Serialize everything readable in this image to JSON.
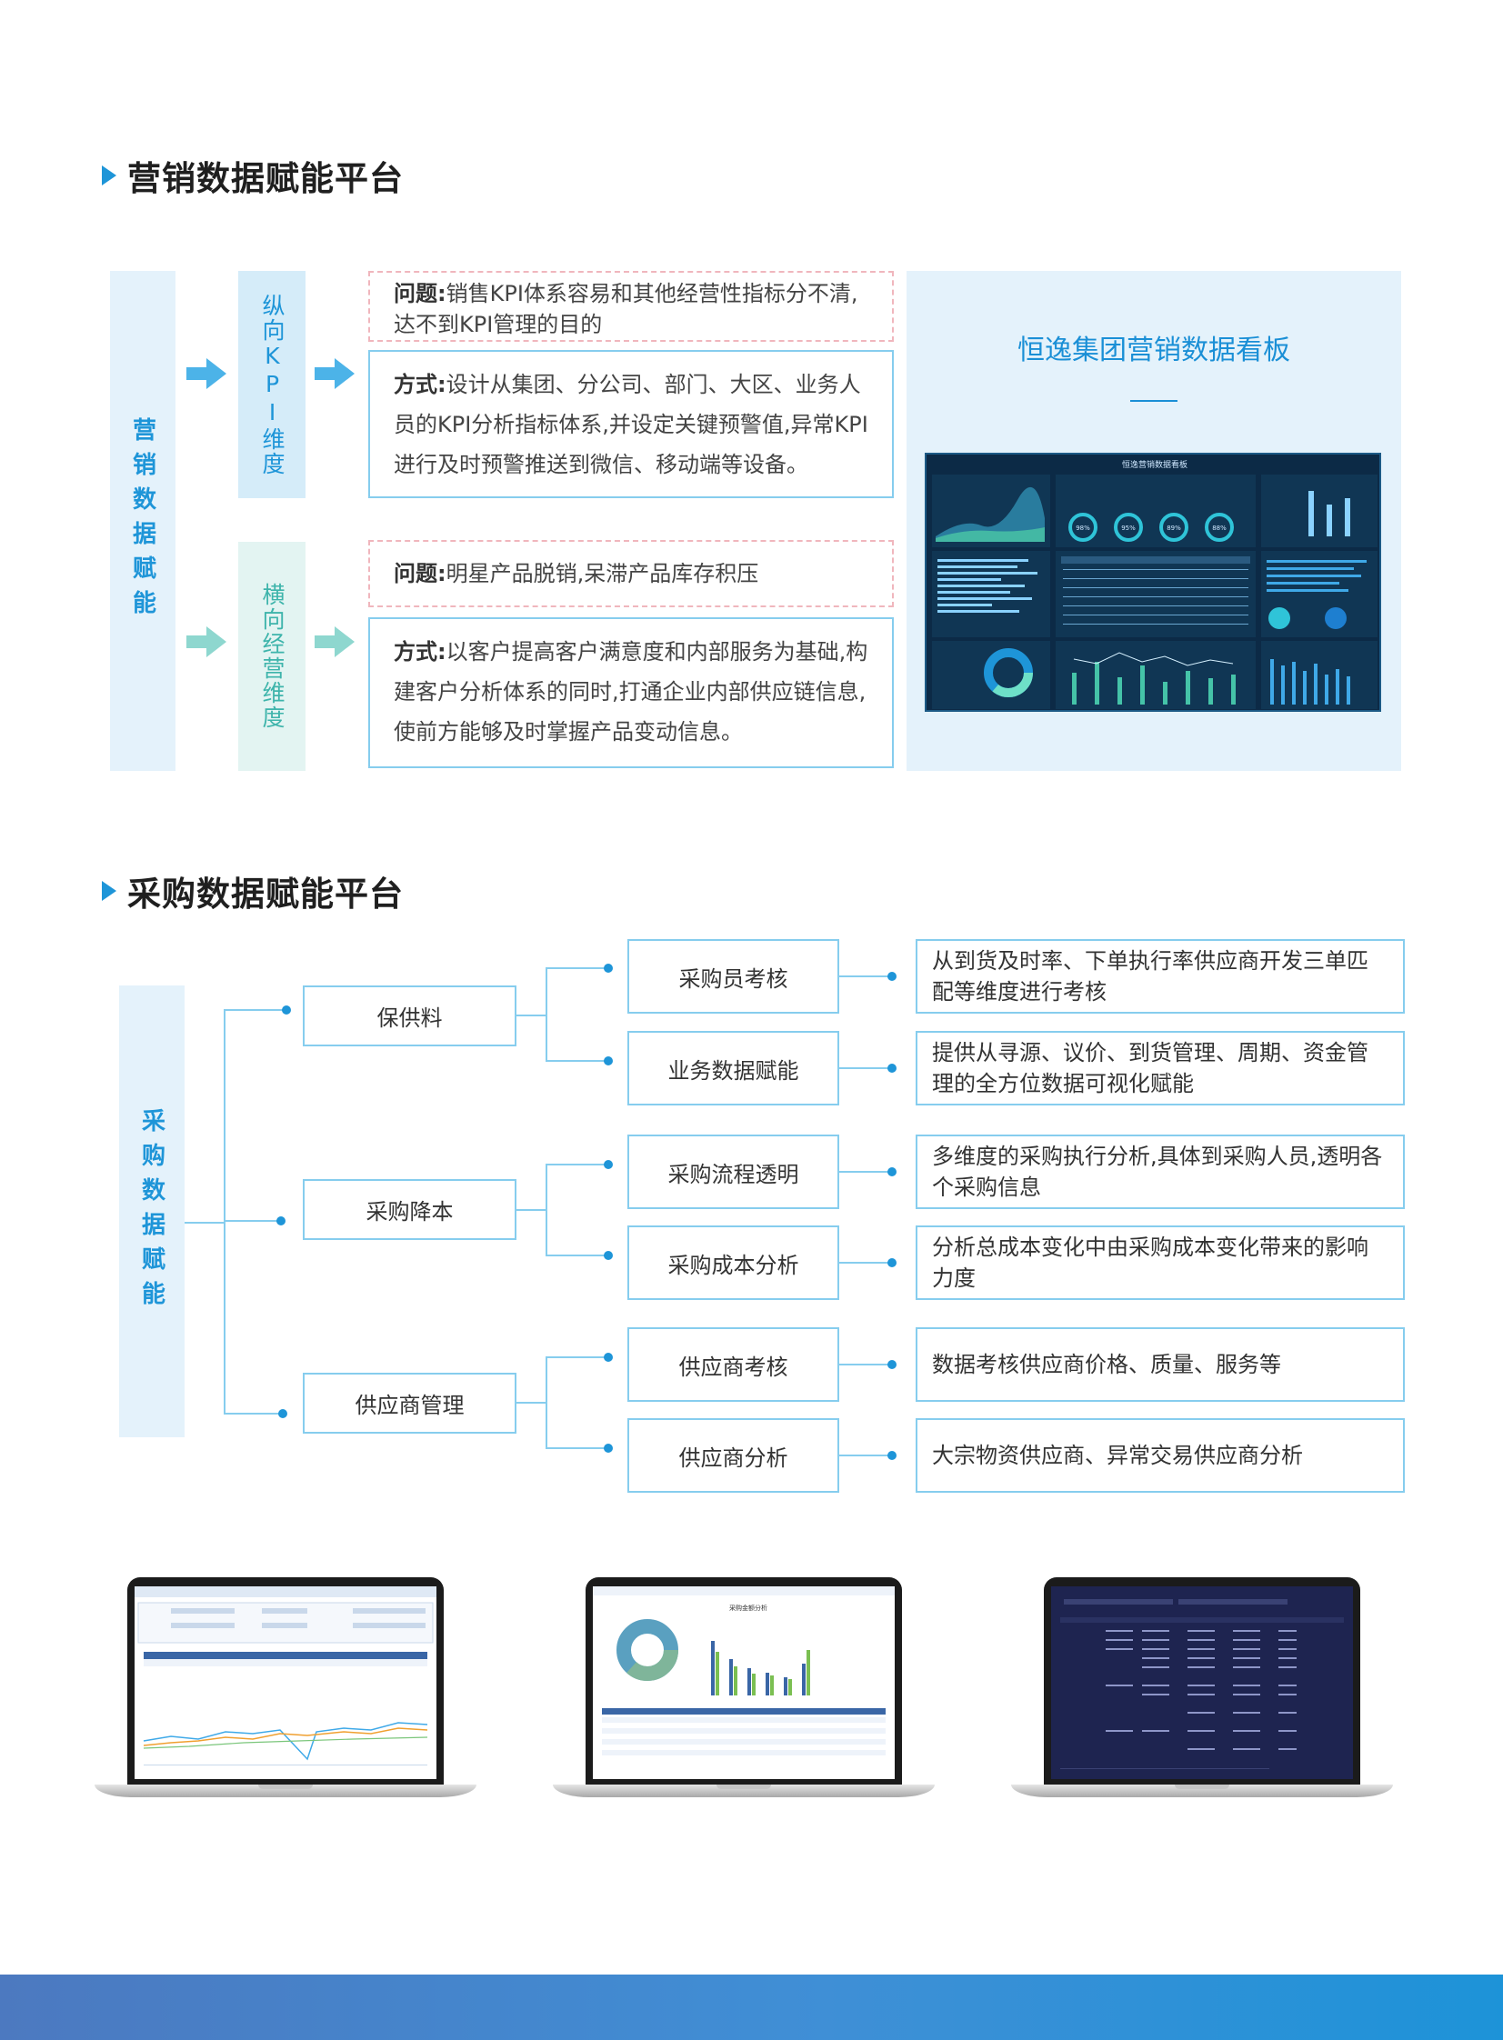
{
  "marketing": {
    "title": "营销数据赋能平台",
    "side_label": "营销数据赋能",
    "vertical": {
      "label": "纵向KPI维度",
      "problem_label": "问题:",
      "problem": "销售KPI体系容易和其他经营性指标分不清,达不到KPI管理的目的",
      "method_label": "方式:",
      "method": "设计从集团、分公司、部门、大区、业务人员的KPI分析指标体系,并设定关键预警值,异常KPI进行及时预警推送到微信、移动端等设备。"
    },
    "horizontal": {
      "label": "横向经营维度",
      "problem_label": "问题:",
      "problem": "明星产品脱销,呆滞产品库存积压",
      "method_label": "方式:",
      "method": "以客户提高客户满意度和内部服务为基础,构建客户分析体系的同时,打通企业内部供应链信息,使前方能够及时掌握产品变动信息。"
    },
    "dashboard": {
      "title": "恒逸集团营销数据看板",
      "screen_title": "恒逸营销数据看板",
      "gauges": [
        "98%",
        "95%",
        "89%",
        "88%"
      ]
    },
    "colors": {
      "vertical_accent": "#1e95d8",
      "horizontal_accent": "#6bc7c0",
      "side_bg": "#e4f2fb"
    }
  },
  "procurement": {
    "title": "采购数据赋能平台",
    "side_label": "采购数据赋能",
    "groups": [
      {
        "name": "保供料",
        "items": [
          {
            "name": "采购员考核",
            "desc": "从到货及时率、下单执行率供应商开发三单匹配等维度进行考核"
          },
          {
            "name": "业务数据赋能",
            "desc": "提供从寻源、议价、到货管理、周期、资金管理的全方位数据可视化赋能"
          }
        ]
      },
      {
        "name": "采购降本",
        "items": [
          {
            "name": "采购流程透明",
            "desc": "多维度的采购执行分析,具体到采购人员,透明各个采购信息"
          },
          {
            "name": "采购成本分析",
            "desc": "分析总成本变化中由采购成本变化带来的影响力度"
          }
        ]
      },
      {
        "name": "供应商管理",
        "items": [
          {
            "name": "供应商考核",
            "desc": "数据考核供应商价格、质量、服务等"
          },
          {
            "name": "供应商分析",
            "desc": "大宗物资供应商、异常交易供应商分析"
          }
        ]
      }
    ]
  },
  "laptops": {
    "middle_title": "采购金额分析"
  },
  "colors": {
    "title_accent": "#1e95d8",
    "border": "#86cdee",
    "footer": "#3f8fd6"
  }
}
